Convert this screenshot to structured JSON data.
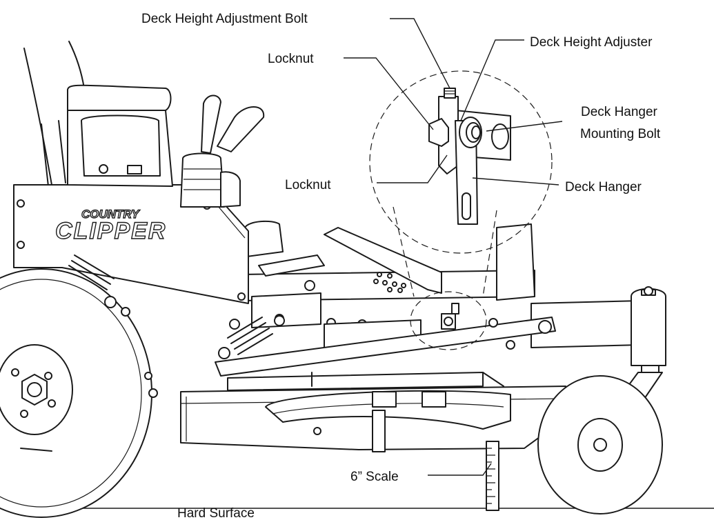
{
  "labels": {
    "deck_height_adjustment_bolt": "Deck Height Adjustment Bolt",
    "deck_height_adjuster": "Deck Height Adjuster",
    "locknut_top": "Locknut",
    "locknut_bottom": "Locknut",
    "deck_hanger_mounting_bolt_line1": "Deck Hanger",
    "deck_hanger_mounting_bolt_line2": "Mounting Bolt",
    "deck_hanger": "Deck Hanger",
    "scale": "6” Scale",
    "hard_surface": "Hard Surface"
  },
  "logo": {
    "line1": "COUNTRY",
    "line2": "CLIPPER"
  },
  "colors": {
    "line": "#1a1a1a",
    "background": "#ffffff"
  }
}
